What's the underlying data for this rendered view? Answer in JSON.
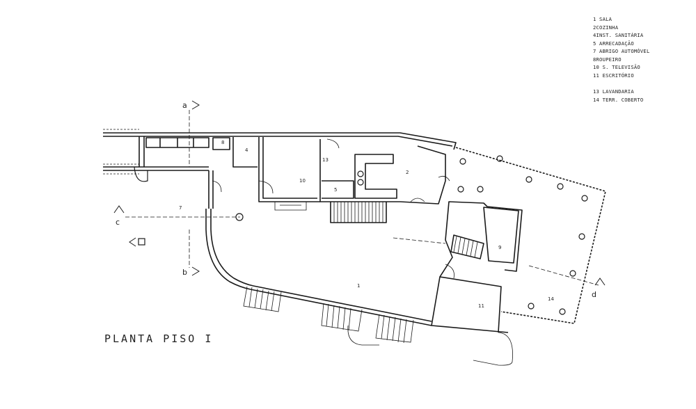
{
  "legend": {
    "items": [
      "1 SALA",
      "2COZINHA",
      "4INST. SANITÁRIA",
      "5 ARRECADAÇÃO",
      "7 ABRIGO AUTOMÓVEL",
      "8ROUPEIRO",
      "10 S. TELEVISÃO",
      "11 ESCRITÓRIO"
    ],
    "items2": [
      "13 LAVANDARIA",
      "14 TERR. COBERTO"
    ]
  },
  "title": "PLANTA PISO I",
  "room_labels": {
    "r1": "1",
    "r2": "2",
    "r4": "4",
    "r5": "5",
    "r7": "7",
    "r8": "8",
    "r9": "9",
    "r10": "10",
    "r11": "11",
    "r13": "13",
    "r14": "14"
  },
  "section_marks": {
    "a": "a",
    "b": "b",
    "c": "c",
    "d": "d"
  }
}
